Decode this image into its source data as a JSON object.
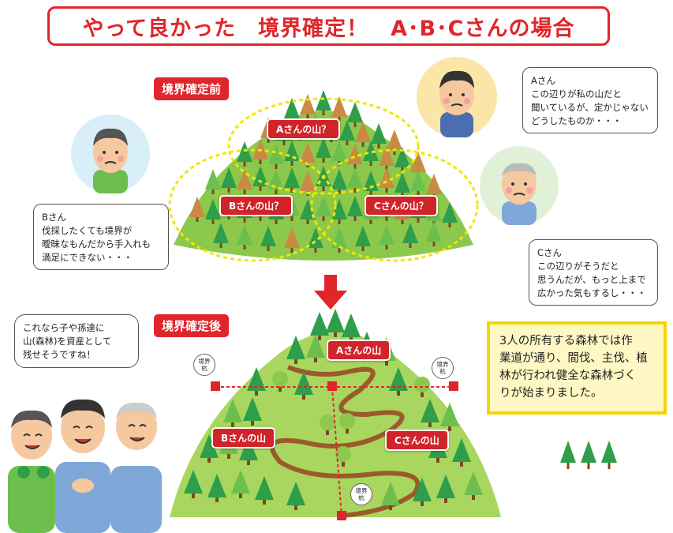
{
  "title": "やって良かった　境界確定！　A･B･Cさんの場合",
  "before": {
    "tag": "境界確定前",
    "labels": {
      "a": "Aさんの山？",
      "b": "Bさんの山？",
      "c": "Cさんの山？"
    }
  },
  "after": {
    "tag": "境界確定後",
    "labels": {
      "a": "Aさんの山",
      "b": "Bさんの山",
      "c": "Cさんの山"
    },
    "stake_lines": [
      "境界",
      "杭"
    ]
  },
  "bubbles": {
    "a": {
      "name": "Aさん",
      "lines": [
        "この辺りが私の山だと",
        "聞いているが、定かじゃない",
        "どうしたものか・・・"
      ]
    },
    "b": {
      "name": "Bさん",
      "lines": [
        "伐採したくても境界が",
        "曖昧なもんだから手入れも",
        "満足にできない・・・"
      ]
    },
    "c": {
      "name": "Cさん",
      "lines": [
        "この辺りがそうだと",
        "思うんだが、もっと上まで",
        "広かった気もするし・・・"
      ]
    },
    "group": {
      "lines": [
        "これなら子や孫達に",
        "山(森林)を資産として",
        "残せそうですね！"
      ]
    }
  },
  "summary": {
    "lines": [
      "3人の所有する森林では作",
      "業道が通り、間伐、主伐、植",
      "林が行われ健全な森林づく",
      "りが始まりました。"
    ]
  },
  "colors": {
    "accent_red": "#e0262b",
    "tree_green": "#2e9e4a",
    "tree_light_green": "#6cbf4d",
    "tree_brown": "#c98a45",
    "boundary_yellow": "#f2e600",
    "box_yellow": "#f2d600",
    "road_brown": "#9a5a2b"
  },
  "icons": [
    "worried-face-icon",
    "tree-icon",
    "stake-icon",
    "down-arrow-icon"
  ]
}
